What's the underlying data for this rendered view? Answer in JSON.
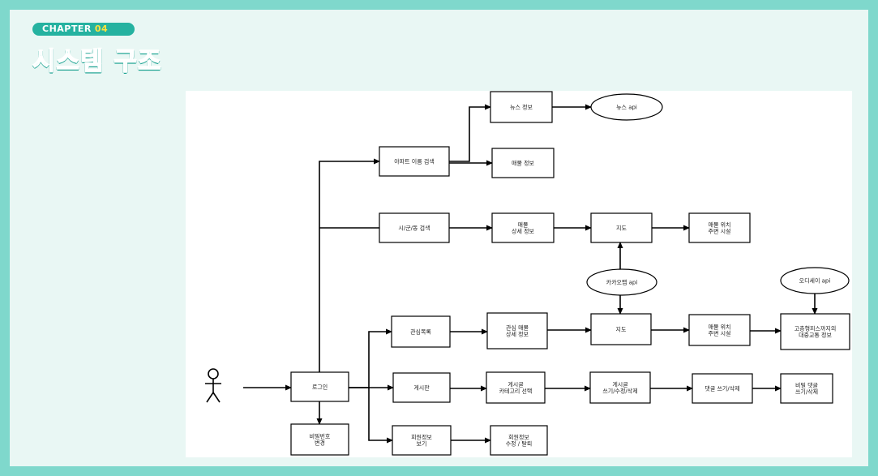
{
  "header": {
    "chapter_label": "CHAPTER",
    "chapter_number": "04",
    "title": "시스템 구조"
  },
  "diagram": {
    "nodes": {
      "news_info": [
        "뉴스 정보"
      ],
      "news_api": [
        "뉴스 api"
      ],
      "apt_search": [
        "아파트 이름 검색"
      ],
      "listing_info": [
        "매물 정보"
      ],
      "region_search": [
        "시/군/동 검색"
      ],
      "listing_detail": [
        "매물",
        "상세 정보"
      ],
      "map1": [
        "지도"
      ],
      "nearby1": [
        "매물 위치",
        "주변 시설"
      ],
      "kakao_api": [
        "카카오맵 api"
      ],
      "odsay_api": [
        "오디세이 api"
      ],
      "interest_list": [
        "관심목록"
      ],
      "interest_detail": [
        "관심 매물",
        "상세 정보"
      ],
      "map2": [
        "지도"
      ],
      "nearby2": [
        "매물 위치",
        "주변 시설"
      ],
      "transit_info": [
        "고층형피스까지의",
        "대중교통 정보"
      ],
      "login": [
        "로그인"
      ],
      "board": [
        "게시판"
      ],
      "post_category": [
        "게시글",
        "카테고리 선택"
      ],
      "post_crud": [
        "게시글",
        "쓰기/수정/삭제"
      ],
      "comment_crud": [
        "댓글 쓰기/삭제"
      ],
      "secret_comment": [
        "비밀 댓글",
        "쓰기/삭제"
      ],
      "password_change": [
        "비밀번호",
        "변경"
      ],
      "member_view": [
        "회원정보",
        "보기"
      ],
      "member_edit": [
        "회원정보",
        "수정 / 탈퇴"
      ]
    }
  }
}
